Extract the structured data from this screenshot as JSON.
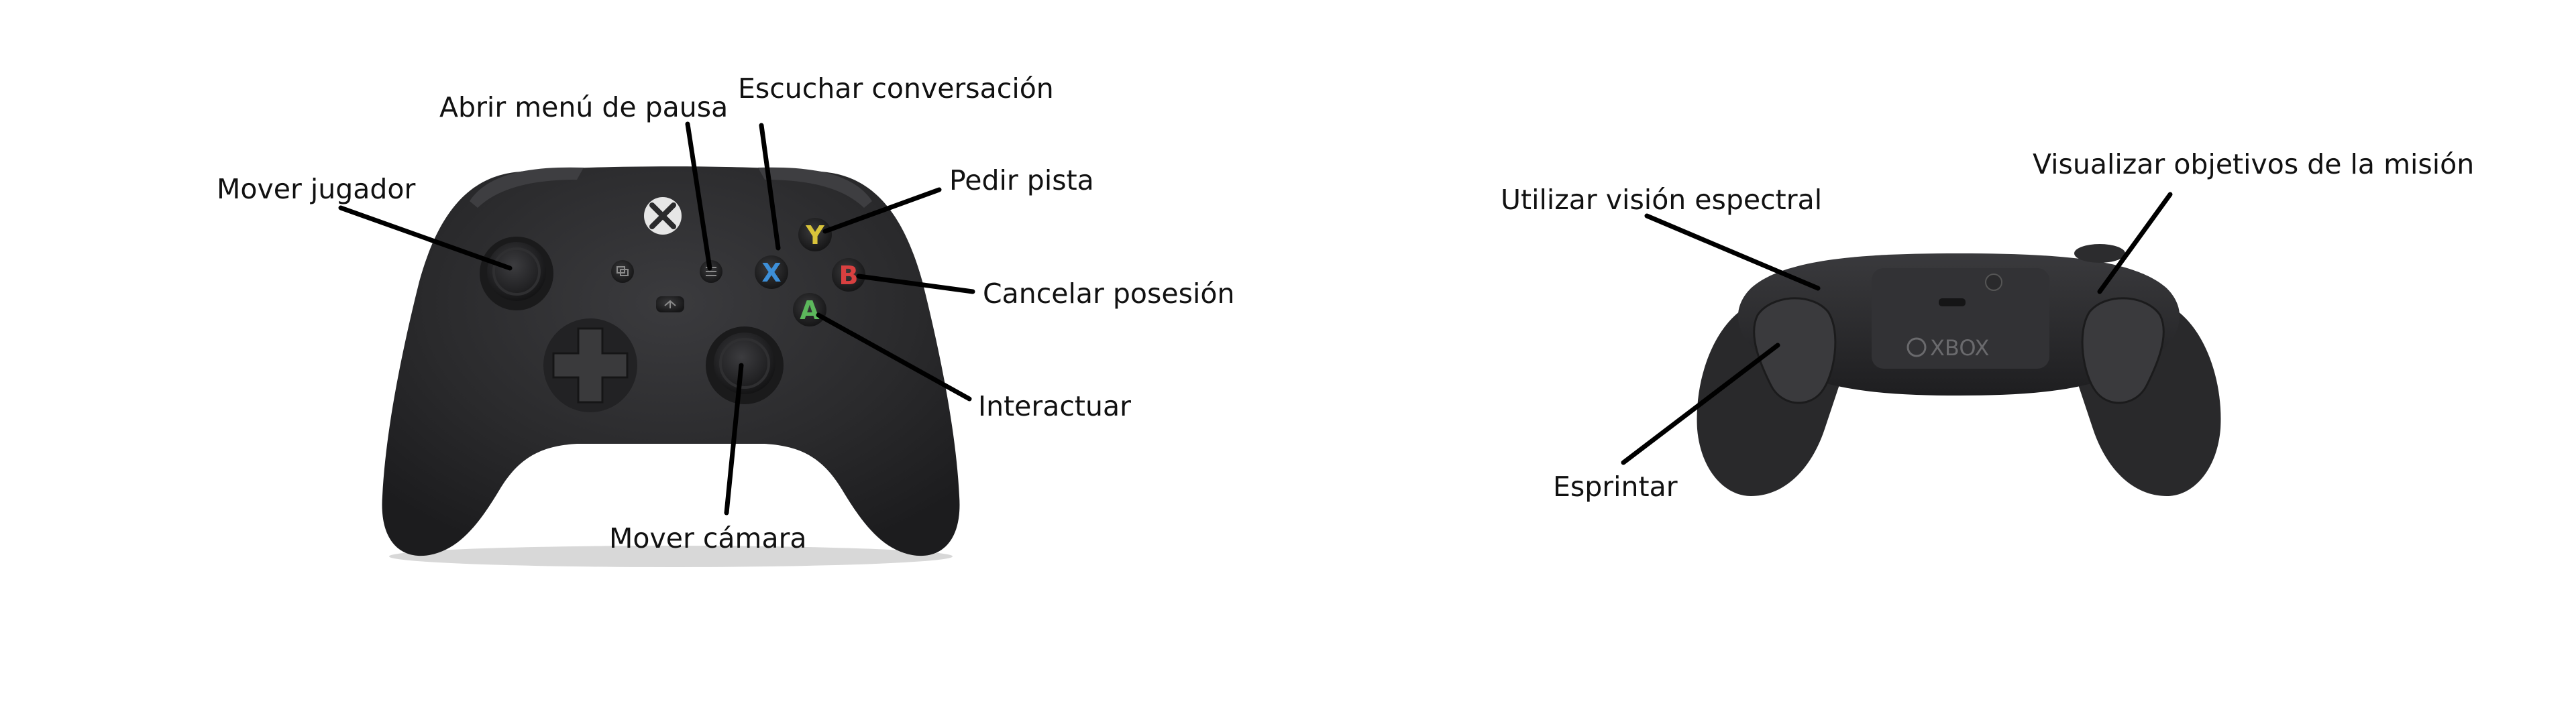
{
  "labels": {
    "move_player": "Mover jugador",
    "open_pause_menu": "Abrir menú de pausa",
    "listen_conversation": "Escuchar conversación",
    "ask_hint": "Pedir pista",
    "cancel_possession": "Cancelar posesión",
    "interact": "Interactuar",
    "move_camera": "Mover cámara",
    "spectral_vision": "Utilizar visión espectral",
    "mission_objectives": "Visualizar objetivos de la misión",
    "sprint": "Esprintar"
  },
  "buttons": {
    "y": "Y",
    "x": "X",
    "b": "B",
    "a": "A"
  },
  "colors": {
    "controller_body": "#2a2a2c",
    "controller_highlight": "#3a3a3d",
    "button_y": "#d9c43a",
    "button_x": "#3d8fd8",
    "button_b": "#d84040",
    "button_a": "#5cb85c",
    "xbox_logo": "#e6e6e6"
  },
  "back_controller": {
    "brand": "XBOX"
  }
}
